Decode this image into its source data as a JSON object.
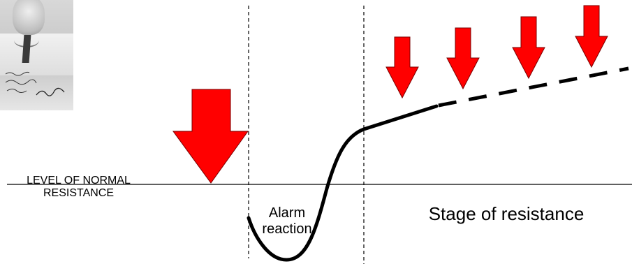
{
  "labels": {
    "normal_resistance": "LEVEL OF NORMAL RESISTANCE",
    "alarm_reaction": "Alarm reaction",
    "stage_of_resistance": "Stage of resistance"
  },
  "photo": {
    "description_icon": "portrait-photo"
  },
  "colors": {
    "arrow_fill": "#ff0000",
    "arrow_stroke": "#7a0000",
    "curve": "#000000",
    "line": "#000000"
  }
}
